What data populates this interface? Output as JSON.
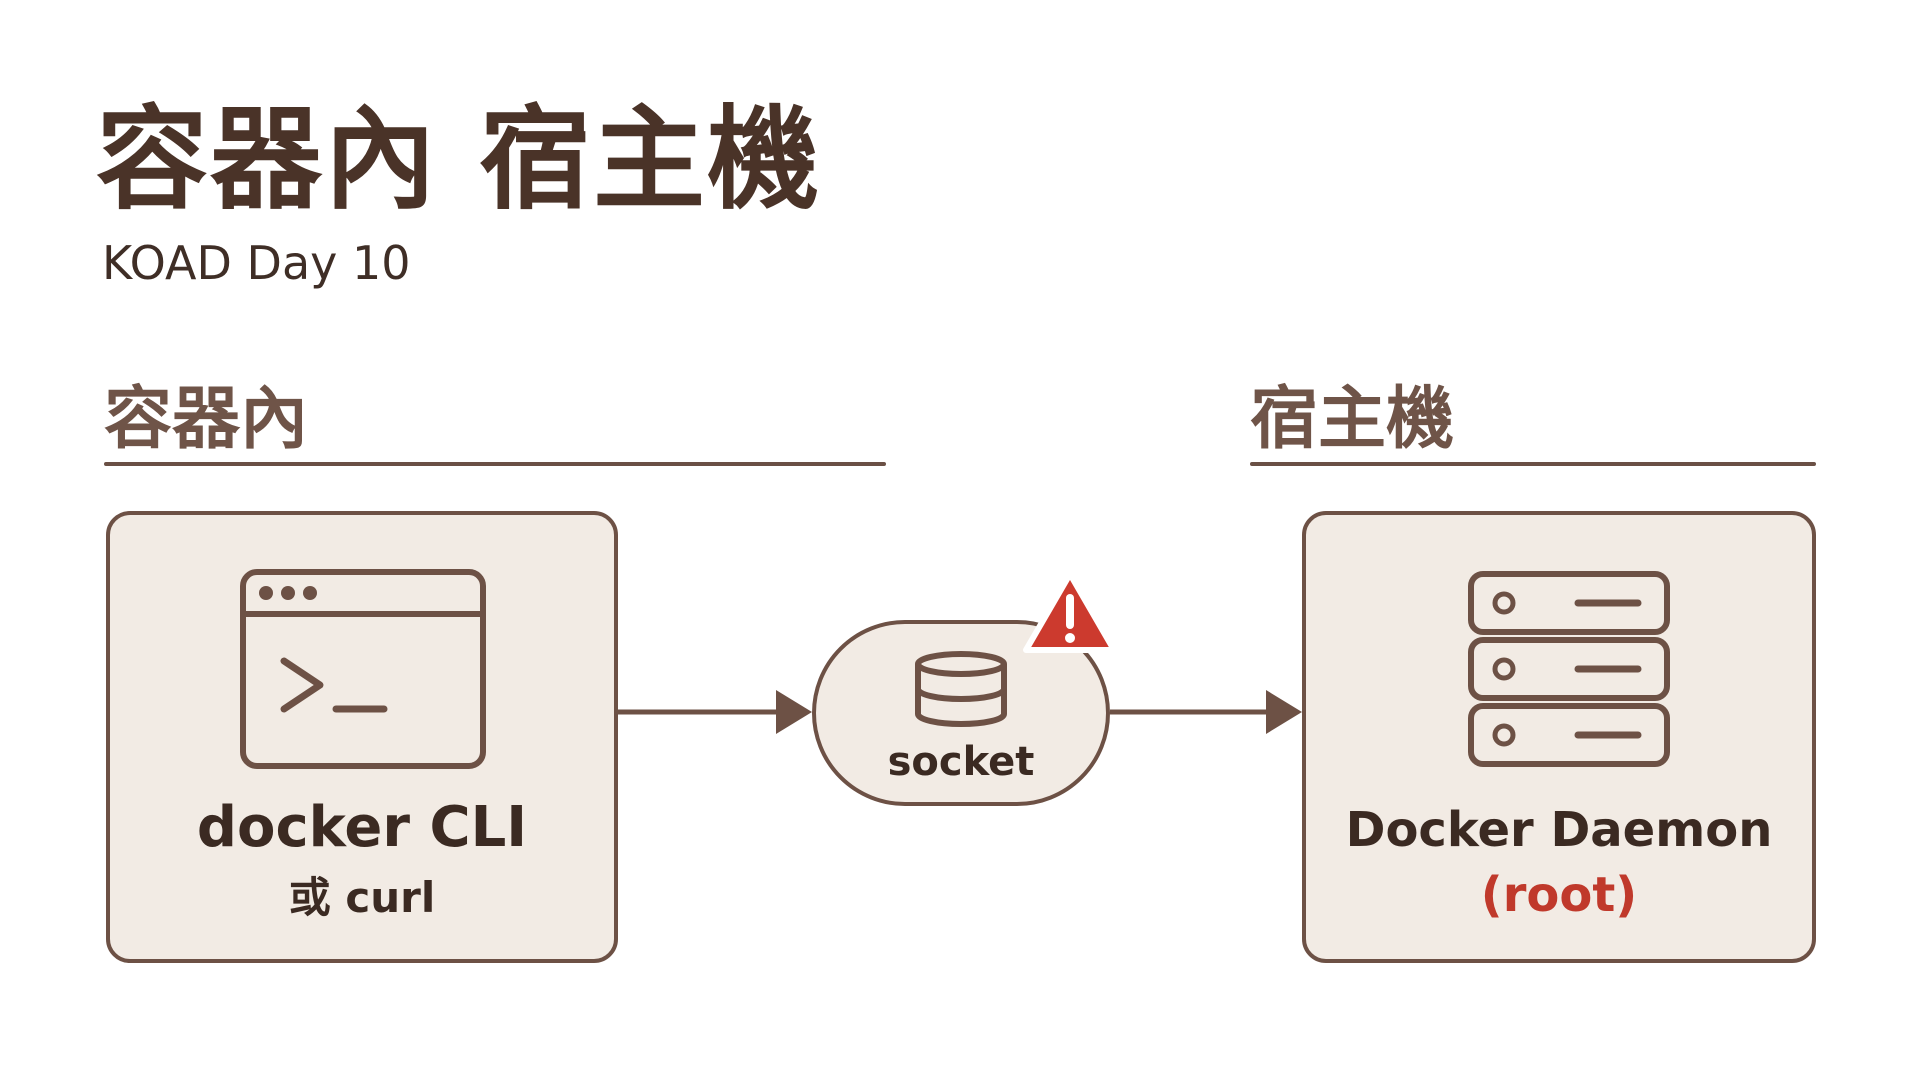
{
  "title": "容器內 宿主機",
  "subtitle": "KOAD Day 10",
  "sections": {
    "left": "容器內",
    "right": "宿主機"
  },
  "client": {
    "label": "docker CLI",
    "sublabel": "或 curl",
    "icon": "terminal-icon"
  },
  "socket": {
    "label": "socket",
    "icon": "database-icon",
    "badge_icon": "warning-icon"
  },
  "daemon": {
    "label": "Docker Daemon",
    "sublabel": "(root)",
    "icon": "server-icon"
  },
  "colors": {
    "ink": "#3b2a22",
    "stroke": "#6d5145",
    "box_fill": "#f2ebe4",
    "section_label": "#6f5448",
    "alert_red": "#c0392b"
  }
}
